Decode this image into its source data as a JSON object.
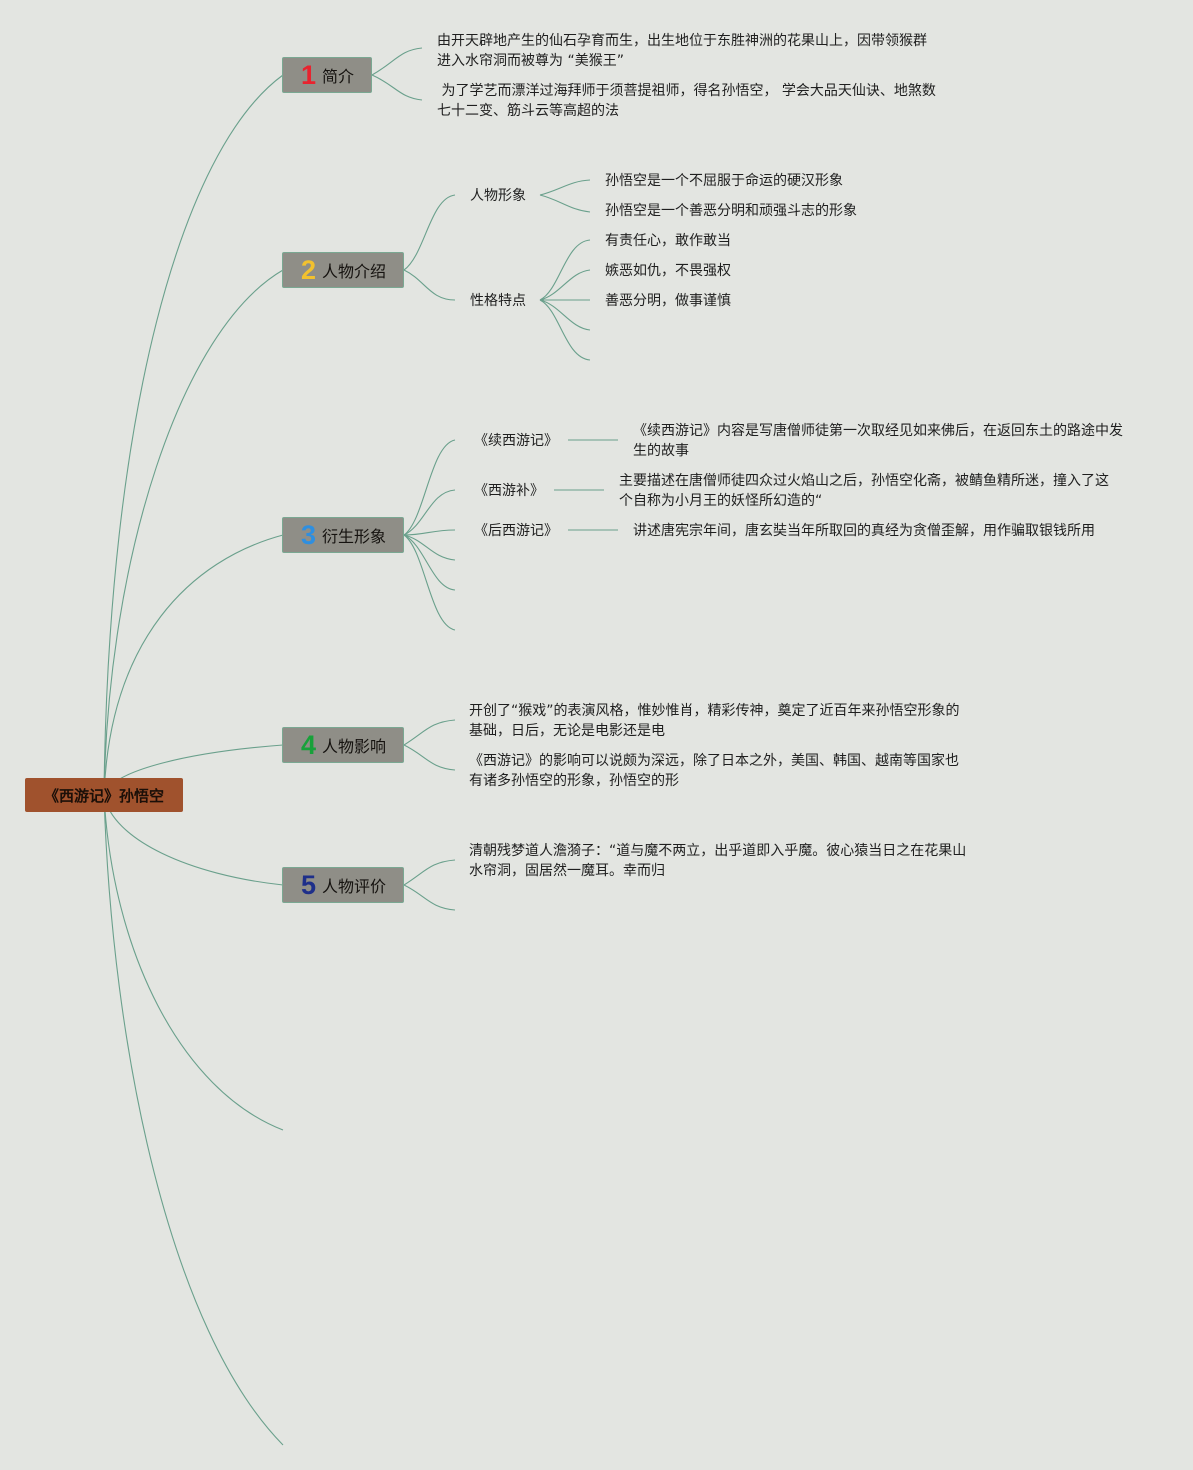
{
  "root": {
    "label": "《西游记》孙悟空"
  },
  "colors": {
    "background": "#e3e5e1",
    "root_fill": "#a0522d",
    "topic_fill": "#8f8e87",
    "line": "#6aa08c",
    "num1": "#e8232f",
    "num2": "#f2c12e",
    "num3": "#2f8fe0",
    "num4": "#18a13a",
    "num5": "#1e2f8a"
  },
  "topics": [
    {
      "num": "1",
      "label": "简介",
      "details": [
        "由开天辟地产生的仙石孕育而生，出生地位于东胜神洲的花果山上，因带领猴群\n进入水帘洞而被尊为 “美猴王”",
        " 为了学艺而漂洋过海拜师于须菩提祖师，得名孙悟空， 学会大品天仙诀、地煞数\n七十二变、筋斗云等高超的法"
      ]
    },
    {
      "num": "2",
      "label": "人物介绍",
      "subtopics": [
        {
          "label": "人物形象",
          "items": [
            "孙悟空是一个不屈服于命运的硬汉形象",
            "孙悟空是一个善恶分明和顽强斗志的形象"
          ]
        },
        {
          "label": "性格特点",
          "items": [
            "有责任心，敢作敢当",
            "嫉恶如仇，不畏强权",
            "善恶分明，做事谨慎"
          ]
        }
      ]
    },
    {
      "num": "3",
      "label": "衍生形象",
      "subtopics": [
        {
          "label": "《续西游记》",
          "detail": "《续西游记》内容是写唐僧师徒第一次取经见如来佛后，在返回东土的路途中发\n生的故事"
        },
        {
          "label": "《西游补》",
          "detail": "主要描述在唐僧师徒四众过火焰山之后，孙悟空化斋，被鲭鱼精所迷，撞入了这\n个自称为小月王的妖怪所幻造的“"
        },
        {
          "label": "《后西游记》",
          "detail": "讲述唐宪宗年间，唐玄奘当年所取回的真经为贪僧歪解，用作骗取银钱所用"
        }
      ]
    },
    {
      "num": "4",
      "label": "人物影响",
      "details": [
        "开创了“猴戏”的表演风格，惟妙惟肖，精彩传神，奠定了近百年来孙悟空形象的\n基础，日后，无论是电影还是电",
        "《西游记》的影响可以说颇为深远，除了日本之外，美国、韩国、越南等国家也\n有诸多孙悟空的形象，孙悟空的形"
      ]
    },
    {
      "num": "5",
      "label": "人物评价",
      "details": [
        "清朝残梦道人澹漪子：“道与魔不两立，出乎道即入乎魔。彼心猿当日之在花果山\n水帘洞，固居然一魔耳。幸而归"
      ]
    }
  ]
}
